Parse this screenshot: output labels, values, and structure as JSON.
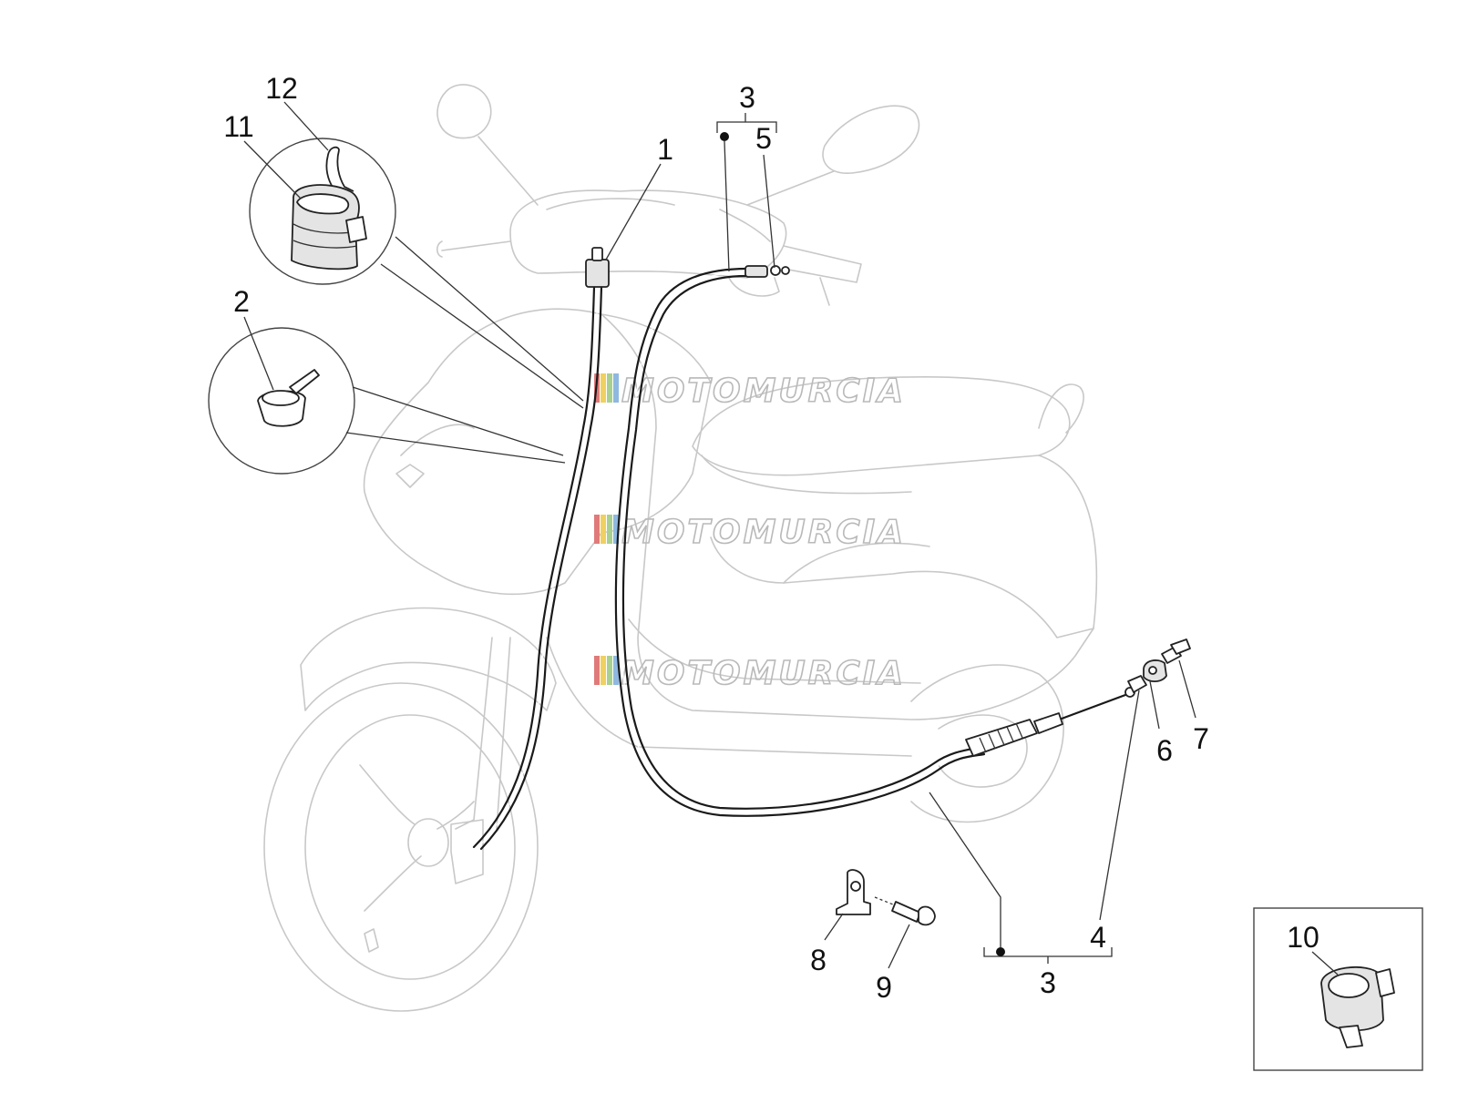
{
  "part_labels": {
    "p1": "1",
    "p2": "2",
    "p3_top": "3",
    "p3_bottom": "3",
    "p4": "4",
    "p5": "5",
    "p6": "6",
    "p7": "7",
    "p8": "8",
    "p9": "9",
    "p10": "10",
    "p11": "11",
    "p12": "12"
  },
  "watermark": {
    "text": "MOTOMURCIA",
    "stripe_colors": [
      "#e07a7a",
      "#f0d060",
      "#a8d090",
      "#8fb8e0"
    ]
  },
  "colors": {
    "ghost_outline": "#c8c8c8",
    "cable": "#1a1a1a",
    "label": "#111111"
  }
}
